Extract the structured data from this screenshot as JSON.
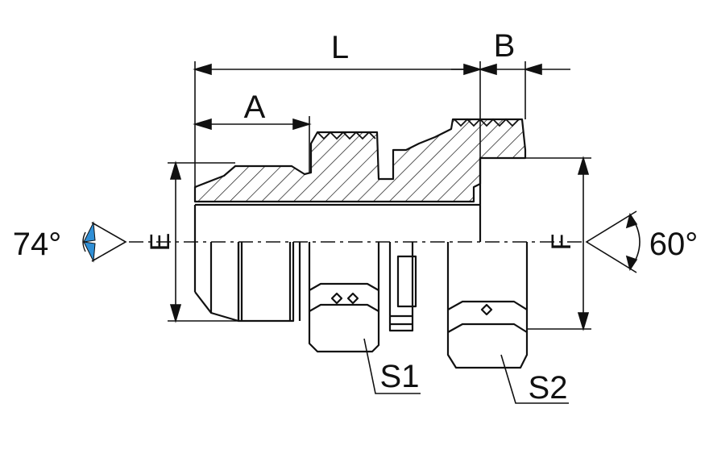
{
  "dimensions": {
    "L": "L",
    "A": "A",
    "B": "B",
    "E": "E",
    "F": "F",
    "S1": "S1",
    "S2": "S2"
  },
  "angles": {
    "left": "74°",
    "right": "60°"
  },
  "colors": {
    "line": "#111111",
    "arrow_accent": "#2f8fd6",
    "background": "#ffffff"
  }
}
